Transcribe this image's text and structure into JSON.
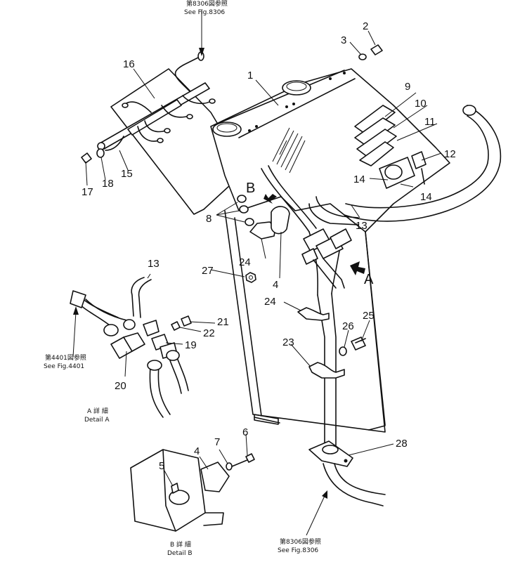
{
  "refs": {
    "top": {
      "jp": "第8306図参照",
      "en": "See Fig.8306"
    },
    "left": {
      "jp": "第4401図参照",
      "en": "See Fig.4401"
    },
    "bottom": {
      "jp": "第8306図参照",
      "en": "See Fig.8306"
    }
  },
  "details": {
    "a": {
      "jp": "A 詳 細",
      "en": "Detail A"
    },
    "b": {
      "jp": "B 詳 細",
      "en": "Detail B"
    }
  },
  "view_letters": {
    "a": "A",
    "b": "B"
  },
  "callouts": [
    "1",
    "2",
    "3",
    "4",
    "4",
    "4",
    "5",
    "6",
    "7",
    "8",
    "9",
    "10",
    "11",
    "12",
    "13",
    "13",
    "14",
    "14",
    "15",
    "16",
    "17",
    "18",
    "19",
    "20",
    "21",
    "22",
    "23",
    "24",
    "24",
    "24",
    "25",
    "26",
    "27",
    "28"
  ]
}
